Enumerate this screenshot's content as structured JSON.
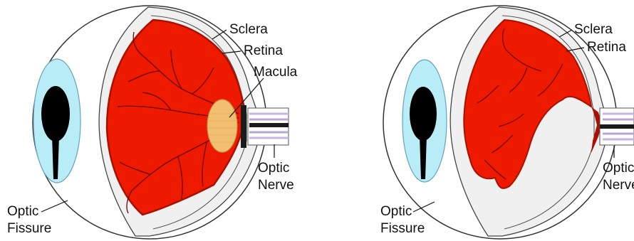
{
  "diagrams": [
    {
      "labels": {
        "sclera": "Sclera",
        "retina": "Retina",
        "macula": "Macula",
        "optic_nerve": [
          "Optic",
          "Nerve"
        ],
        "optic_fissure": [
          "Optic",
          "Fissure"
        ]
      }
    },
    {
      "labels": {
        "sclera": "Sclera",
        "retina": "Retina",
        "optic_nerve": [
          "Optic",
          "Nerve"
        ],
        "optic_fissure": [
          "Optic",
          "Fissure"
        ]
      }
    }
  ],
  "colors": {
    "retina": "#ee1a00",
    "retina_edge": "#aa1000",
    "vessel": "#6a0000",
    "macula": "#f0c070",
    "iris": "#b8ecf6",
    "pupil": "#000000",
    "sclera_band": "#f0f0f0",
    "nerve": "#b9a4d3"
  }
}
